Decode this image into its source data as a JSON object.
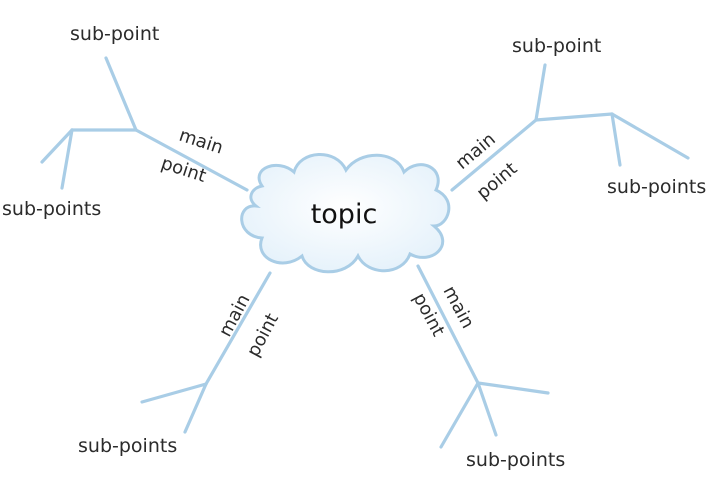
{
  "colors": {
    "line": "#a9cde6",
    "cloud_fill_center": "#ffffff",
    "cloud_fill_edge": "#e2f0fa",
    "text": "#2b2b2b"
  },
  "topic": {
    "label": "topic"
  },
  "branches": {
    "upper_left": {
      "main_word_1": "main",
      "main_word_2": "point",
      "sub_point": "sub-point",
      "sub_points": "sub-points"
    },
    "upper_right": {
      "main_word_1": "main",
      "main_word_2": "point",
      "sub_point": "sub-point",
      "sub_points": "sub-points"
    },
    "lower_left": {
      "main_word_1": "main",
      "main_word_2": "point",
      "sub_points": "sub-points"
    },
    "lower_right": {
      "main_word_1": "main",
      "main_word_2": "point",
      "sub_points": "sub-points"
    }
  }
}
